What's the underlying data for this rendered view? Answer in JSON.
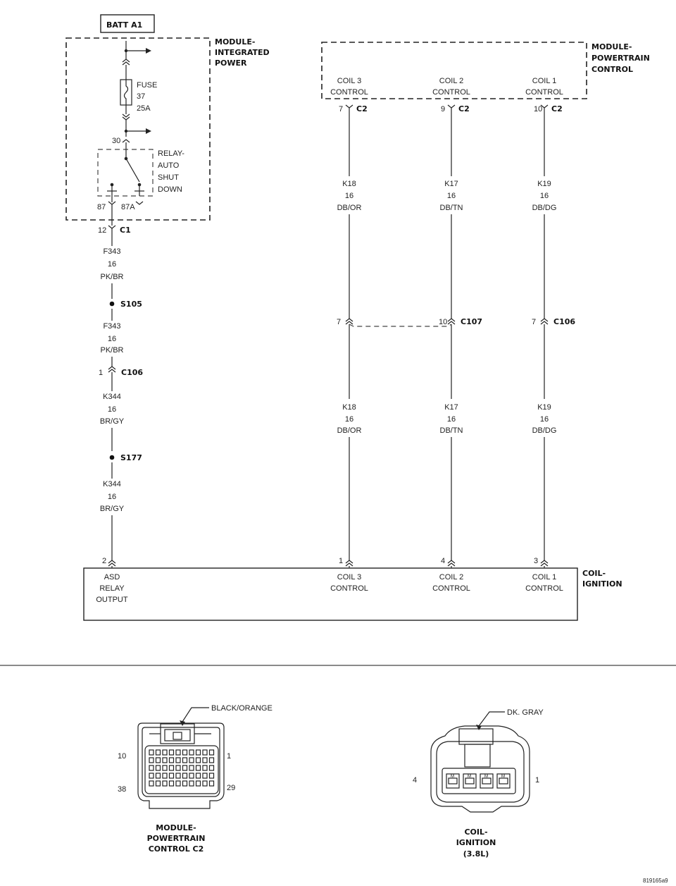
{
  "batt": "BATT A1",
  "module_ip": [
    "MODULE-",
    "INTEGRATED",
    "POWER"
  ],
  "module_pcm": [
    "MODULE-",
    "POWERTRAIN",
    "CONTROL"
  ],
  "coil_ign": [
    "COIL-",
    "IGNITION"
  ],
  "fuse": [
    "FUSE",
    "37",
    "25A"
  ],
  "relay": [
    "RELAY-",
    "AUTO",
    "SHUT",
    "DOWN"
  ],
  "relay_pins": {
    "p30": "30",
    "p87": "87",
    "p87a": "87A"
  },
  "pcm_terminals": [
    {
      "label": [
        "COIL 3",
        "CONTROL"
      ],
      "pin": "7",
      "conn": "C2"
    },
    {
      "label": [
        "COIL 2",
        "CONTROL"
      ],
      "pin": "9",
      "conn": "C2"
    },
    {
      "label": [
        "COIL 1",
        "CONTROL"
      ],
      "pin": "10",
      "conn": "C2"
    }
  ],
  "ipm_c1": {
    "pin": "12",
    "conn": "C1"
  },
  "left_circuit": [
    {
      "type": "wire",
      "lines": [
        "F343",
        "16",
        "PK/BR"
      ]
    },
    {
      "type": "splice",
      "label": "S105"
    },
    {
      "type": "wire",
      "lines": [
        "F343",
        "16",
        "PK/BR"
      ]
    },
    {
      "type": "connector",
      "pin": "1",
      "conn": "C106"
    },
    {
      "type": "wire",
      "lines": [
        "K344",
        "16",
        "BR/GY"
      ]
    },
    {
      "type": "splice",
      "label": "S177"
    },
    {
      "type": "wire",
      "lines": [
        "K344",
        "16",
        "BR/GY"
      ]
    }
  ],
  "wires_upper": [
    [
      "K18",
      "16",
      "DB/OR"
    ],
    [
      "K17",
      "16",
      "DB/TN"
    ],
    [
      "K19",
      "16",
      "DB/DG"
    ]
  ],
  "mid_connectors": [
    {
      "pin": "7",
      "conn": ""
    },
    {
      "pin": "10",
      "conn": "C107"
    },
    {
      "pin": "7",
      "conn": "C106"
    }
  ],
  "wires_lower": [
    [
      "K18",
      "16",
      "DB/OR"
    ],
    [
      "K17",
      "16",
      "DB/TN"
    ],
    [
      "K19",
      "16",
      "DB/DG"
    ]
  ],
  "coil_terminals": [
    {
      "pin": "2",
      "label": [
        "ASD",
        "RELAY",
        "OUTPUT"
      ]
    },
    {
      "pin": "1",
      "label": [
        "COIL 3",
        "CONTROL"
      ]
    },
    {
      "pin": "4",
      "label": [
        "COIL 2",
        "CONTROL"
      ]
    },
    {
      "pin": "3",
      "label": [
        "COIL 1",
        "CONTROL"
      ]
    }
  ],
  "pcm_c2_view": {
    "color": "BLACK/ORANGE",
    "pins": {
      "tl": "10",
      "tr": "1",
      "bl": "38",
      "br": "29"
    },
    "caption": [
      "MODULE-",
      "POWERTRAIN",
      "CONTROL C2"
    ]
  },
  "coil_view": {
    "color": "DK. GRAY",
    "pins": {
      "left": "4",
      "right": "1"
    },
    "cavity_labels": [
      "M",
      "M",
      "M",
      "M"
    ],
    "caption": [
      "COIL-",
      "IGNITION",
      "(3.8L)"
    ]
  },
  "figure_id": "819165a9"
}
